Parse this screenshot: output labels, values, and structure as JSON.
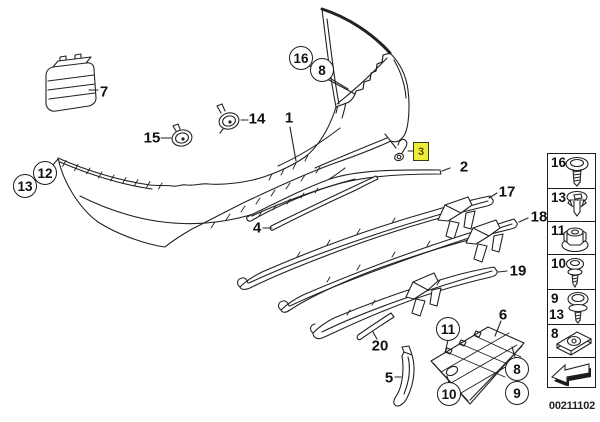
{
  "colors": {
    "background": "#ffffff",
    "line": "#222222",
    "highlight_bg": "#f0ec3a",
    "highlight_fg": "#555200"
  },
  "callouts": {
    "plain": {
      "p1": {
        "text": "1"
      },
      "p2": {
        "text": "2"
      },
      "p4": {
        "text": "4"
      },
      "p5": {
        "text": "5"
      },
      "p6": {
        "text": "6"
      },
      "p7": {
        "text": "7"
      },
      "p14": {
        "text": "14"
      },
      "p15": {
        "text": "15"
      },
      "p17": {
        "text": "17"
      },
      "p18": {
        "text": "18"
      },
      "p19": {
        "text": "19"
      },
      "p20": {
        "text": "20"
      }
    },
    "circled": {
      "c16": {
        "text": "16"
      },
      "c8a": {
        "text": "8"
      },
      "c12": {
        "text": "12"
      },
      "c13": {
        "text": "13"
      },
      "c11": {
        "text": "11"
      },
      "c10": {
        "text": "10"
      },
      "c8b": {
        "text": "8"
      },
      "c9": {
        "text": "9"
      }
    },
    "highlighted": {
      "text": "3"
    }
  },
  "sidebar": {
    "cells": [
      {
        "number": "16",
        "icon": "pan-head-screw-icon"
      },
      {
        "number": "13",
        "icon": "expansion-rivet-icon"
      },
      {
        "number": "11",
        "icon": "flange-nut-icon"
      },
      {
        "number": "10",
        "icon": "washer-screw-icon"
      },
      {
        "number": "9",
        "number_secondary": "13",
        "icon": "hex-bolt-washer-icon"
      },
      {
        "number": "8",
        "icon": "clip-nut-icon"
      },
      {
        "number": "",
        "icon": "direction-arrow-icon"
      }
    ]
  },
  "footer": {
    "doc_number": "00211102"
  }
}
